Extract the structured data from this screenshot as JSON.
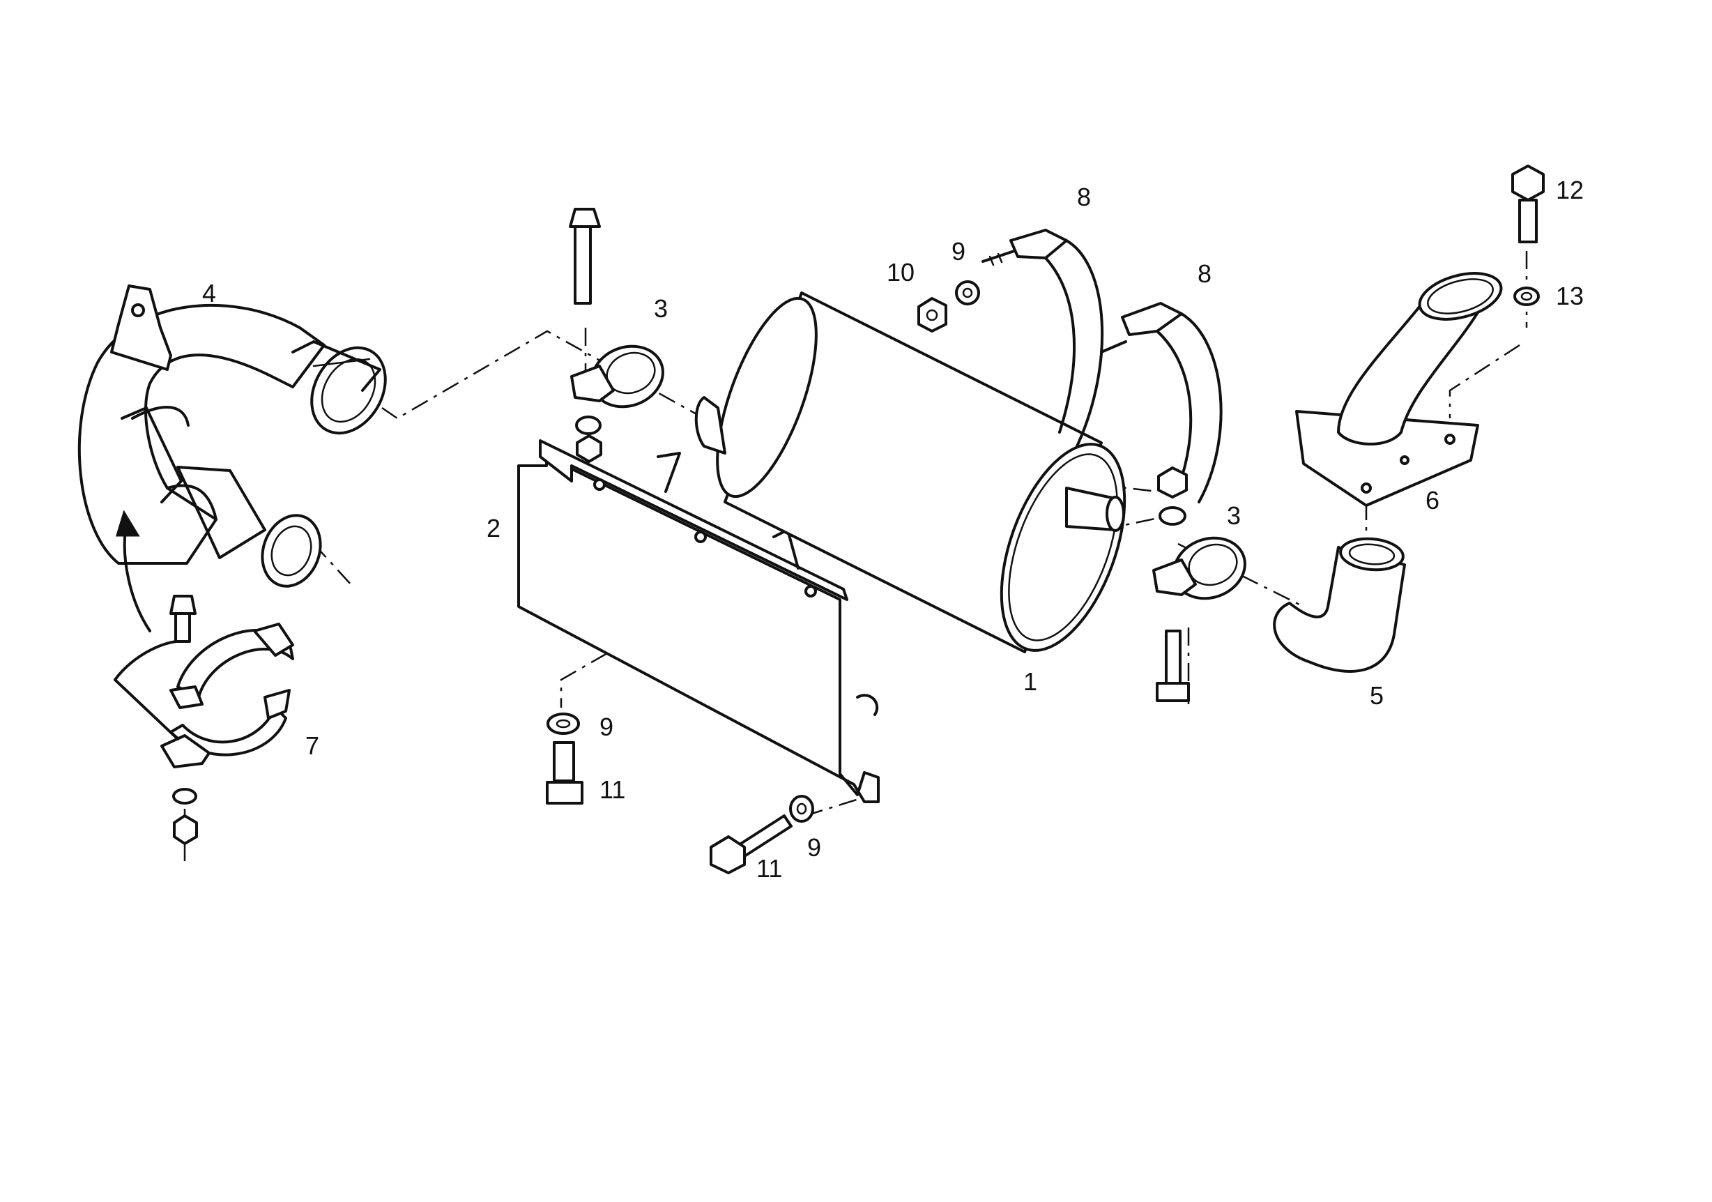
{
  "callouts": {
    "c1": "1",
    "c2": "2",
    "c3a": "3",
    "c3b": "3",
    "c4": "4",
    "c5": "5",
    "c6": "6",
    "c7": "7",
    "c8a": "8",
    "c8b": "8",
    "c9a": "9",
    "c9b": "9",
    "c9c": "9",
    "c10": "10",
    "c11a": "11",
    "c11b": "11",
    "c12": "12",
    "c13": "13"
  },
  "colors": {
    "line": "#111111",
    "background": "#ffffff"
  }
}
